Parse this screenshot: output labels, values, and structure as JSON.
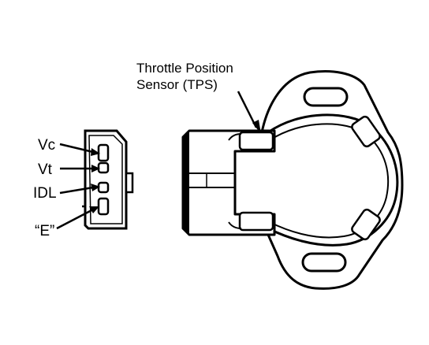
{
  "diagram": {
    "callout": {
      "line1": "Throttle Position",
      "line2": "Sensor (TPS)"
    },
    "pins": [
      {
        "label": "Vc"
      },
      {
        "label": "Vt"
      },
      {
        "label": "IDL"
      },
      {
        "label": "“E”"
      }
    ],
    "colors": {
      "ink": "#000000",
      "paper": "#ffffff"
    }
  }
}
